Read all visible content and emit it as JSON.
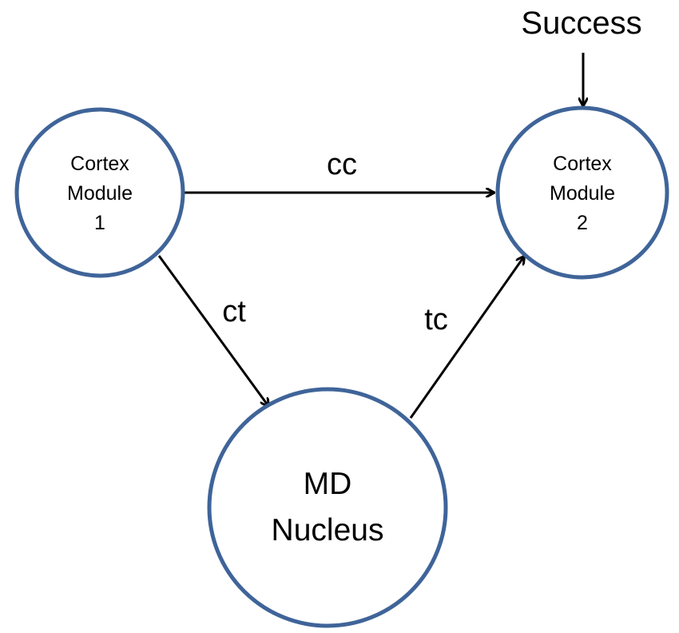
{
  "nodes": {
    "cortex1": {
      "lines": [
        "Cortex",
        "Module",
        "1"
      ]
    },
    "cortex2": {
      "lines": [
        "Cortex",
        "Module",
        "2"
      ]
    },
    "md": {
      "lines": [
        "MD",
        "Nucleus"
      ]
    }
  },
  "edges": {
    "cc": "cc",
    "ct": "ct",
    "tc": "tc"
  },
  "input": {
    "label": "Success"
  },
  "colors": {
    "node_stroke": "#3f6499",
    "edge": "#000000"
  }
}
